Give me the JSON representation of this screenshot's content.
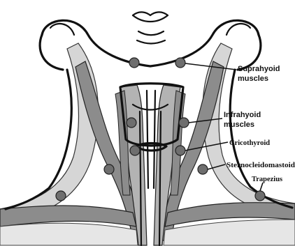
{
  "labels": {
    "suprahyoid_line1": "Suprahyoid",
    "suprahyoid_line2": "muscles",
    "infrahyoid_line1": "Infrahyoid",
    "infrahyoid_line2": "muscles",
    "cricothyroid": "Cricothyroid",
    "sternocleidomastoid": "Sternocleidomastoid",
    "trapezius": "Trapezius"
  },
  "colors": {
    "background": "#ffffff",
    "outline": "#111111",
    "scm_band": "#8c8c8c",
    "light_muscle": "#d6d6d6",
    "mid_muscle": "#b3b3b3",
    "marker_dot": "#6e6e6e"
  }
}
